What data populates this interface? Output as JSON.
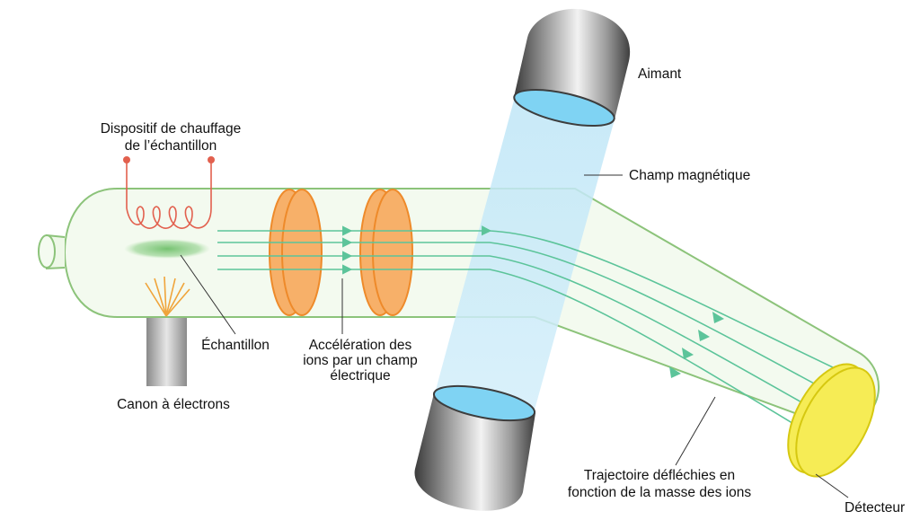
{
  "labels": {
    "heater_line1": "Dispositif de chauffage",
    "heater_line2": "de l’échantillon",
    "sample": "Échantillon",
    "electron_gun": "Canon à électrons",
    "accel_line1": "Accélération des",
    "accel_line2": "ions par un champ",
    "accel_line3": "électrique",
    "magnet": "Aimant",
    "magnetic_field": "Champ magnétique",
    "trajectory_line1": "Trajectoire défléchies en",
    "trajectory_line2": "fonction de la masse des ions",
    "detector": "Détecteur"
  },
  "colors": {
    "tube_stroke": "#8cc37a",
    "tube_fill": "#eef8e8",
    "beam": "#5cc49a",
    "heater": "#e2604e",
    "sample_cloud": "#7fc87a",
    "plate_fill": "#f7b069",
    "plate_stroke": "#ee8a2a",
    "field": "#c8eaf8",
    "magnet_face": "#7fd3f3",
    "detector_fill": "#f6ec55",
    "detector_stroke": "#d6c810",
    "filament": "#f0a43a",
    "leader_line": "#333333"
  }
}
